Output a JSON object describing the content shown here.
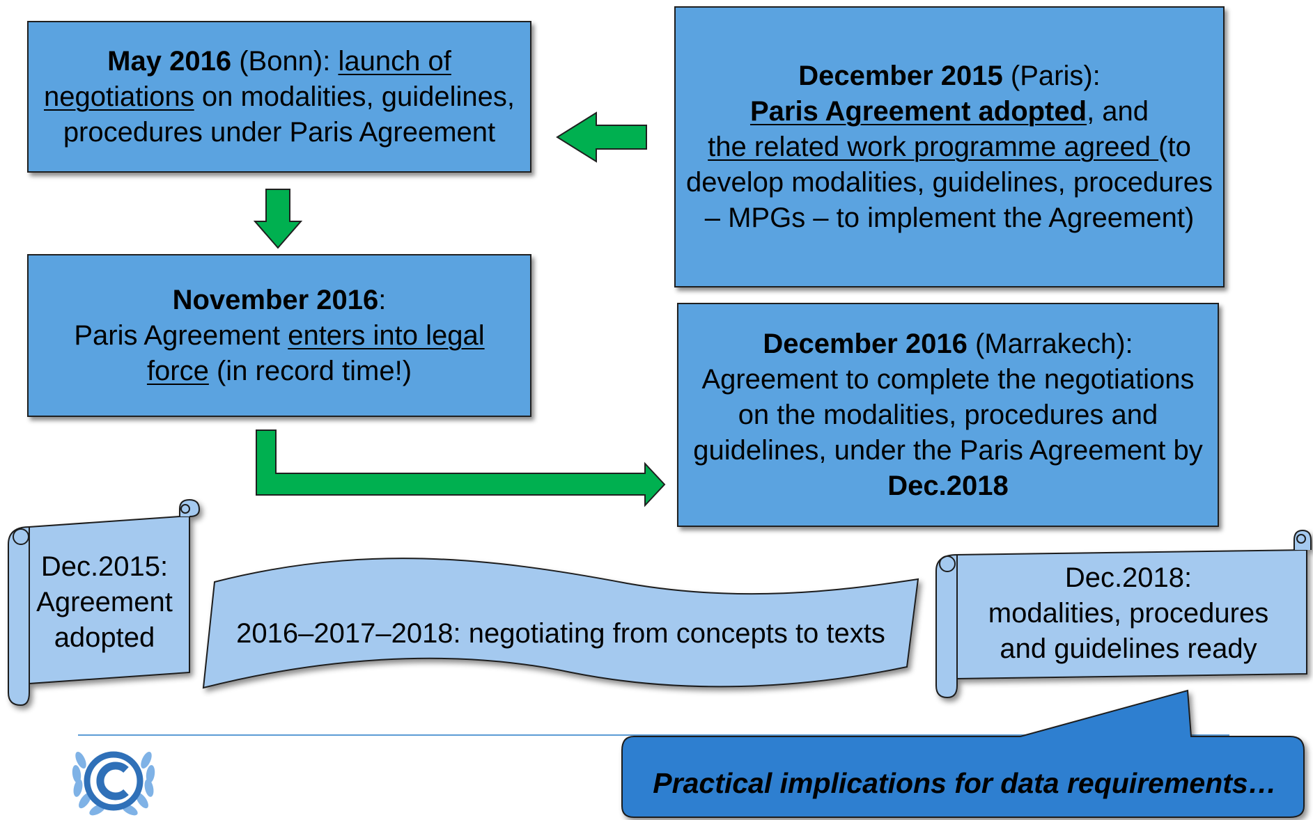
{
  "boxes": {
    "may2016": {
      "date": "May 2016",
      "place": " (Bonn): ",
      "link": "launch of negotiations",
      "rest": " on modalities, guidelines, procedures under Paris Agreement"
    },
    "dec2015": {
      "date": "December 2015",
      "place": " (Paris):",
      "adopted": "Paris Agreement adopted",
      "and": ", and",
      "work": "the related work programme agreed ",
      "rest": "(to develop modalities, guidelines, procedures – MPGs – to implement the Agreement)"
    },
    "nov2016": {
      "date": "November 2016",
      "colon": ":",
      "pre": "Paris Agreement ",
      "link": "enters into legal force",
      "rest": " (in record time!)"
    },
    "dec2016": {
      "date": "December 2016",
      "place": " (Marrakech):",
      "body": "Agreement to complete the negotiations on the modalities, procedures and guidelines, under the Paris Agreement by ",
      "deadline": "Dec.2018"
    }
  },
  "scrolls": {
    "left": [
      "Dec.2015:",
      "Agreement",
      "adopted"
    ],
    "banner": "2016–2017–2018: negotiating from concepts to texts",
    "right": [
      "Dec.2018:",
      "modalities, procedures",
      "and guidelines ready"
    ]
  },
  "callout": "Practical implications for data requirements…",
  "colors": {
    "box_fill": "#5ba3e0",
    "scroll_fill": "#a4c9ef",
    "arrow_fill": "#00b050",
    "callout_fill": "#2e7fd0",
    "rule_line": "#5b9bd5"
  },
  "logo": {
    "icon": "unfccc-logo-icon"
  }
}
